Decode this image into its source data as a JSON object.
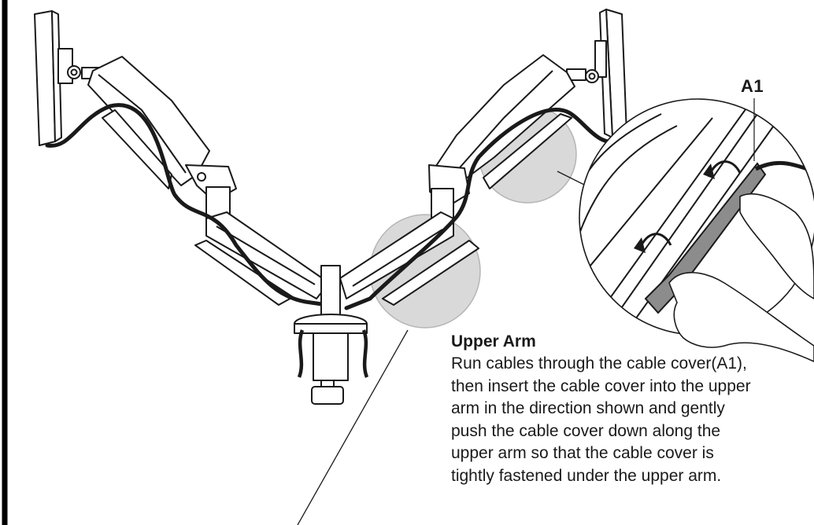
{
  "callout": {
    "part_label": "A1"
  },
  "instruction": {
    "heading": "Upper Arm",
    "lines": [
      "Run cables through the cable cover(A1),",
      "then insert the cable cover into the upper",
      "arm in the direction shown and gently",
      "push the cable cover down along the",
      "upper arm so that the cable cover is",
      "tightly fastened under the upper arm."
    ]
  },
  "colors": {
    "line": "#1a1a1a",
    "highlight": "#d9d9d9",
    "cover": "#8c8c8c",
    "background": "#ffffff"
  }
}
